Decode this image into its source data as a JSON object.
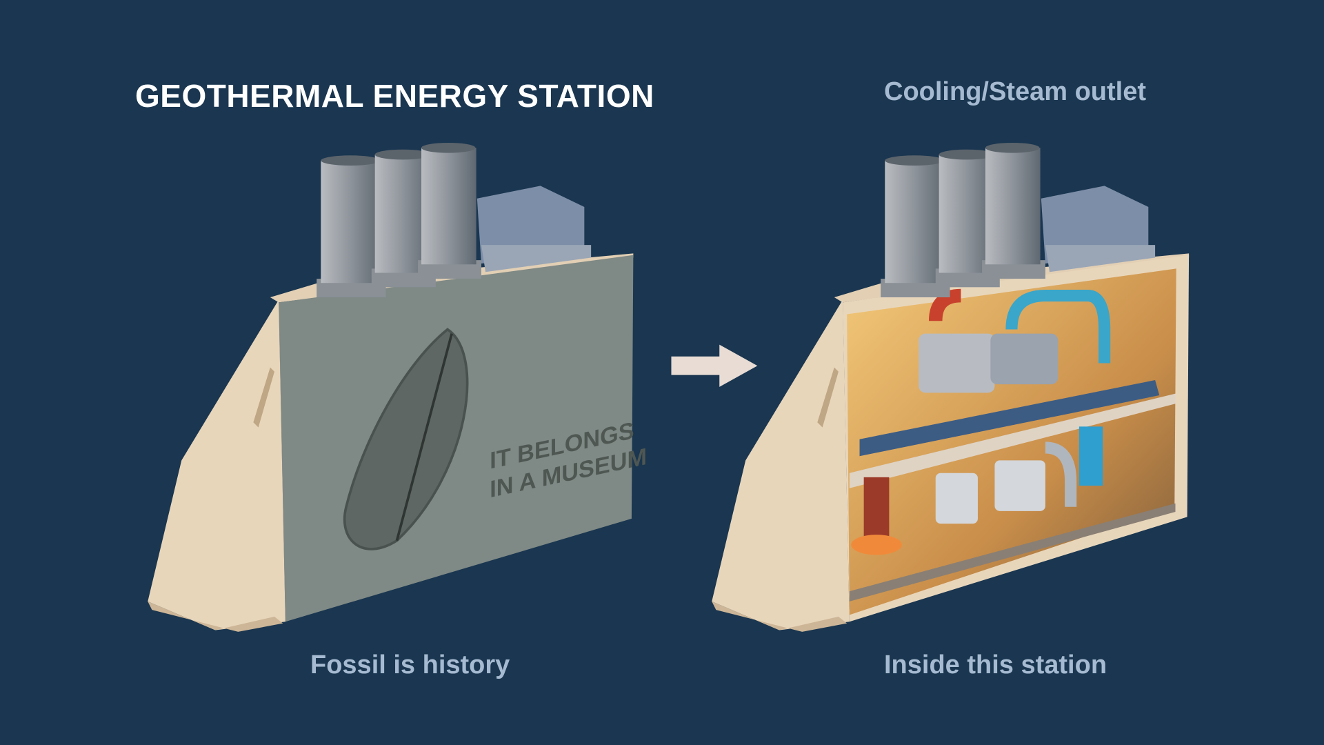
{
  "title": "GEOTHERMAL ENERGY STATION",
  "labels": {
    "cooling": "Cooling/Steam outlet",
    "fossil": "Fossil is history",
    "inside": "Inside this station"
  },
  "engraving": {
    "line1": "IT BELONGS",
    "line2": "IN A MUSEUM"
  },
  "colors": {
    "background": "#1a3650",
    "label": "#a6bbd1",
    "arrow": "#e8dcd4"
  }
}
